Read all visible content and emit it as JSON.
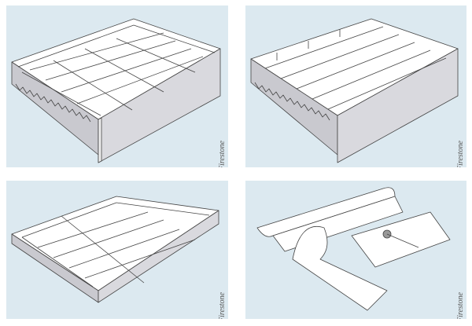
{
  "panels": [
    {
      "label": "Firestone"
    },
    {
      "label": "Firestone"
    },
    {
      "label": "Firestone"
    },
    {
      "label": "Firestone"
    }
  ],
  "colors": {
    "background": "#dce9f0",
    "membrane": "#ffffff",
    "wall": "#d8d8dc",
    "line": "#444444"
  }
}
